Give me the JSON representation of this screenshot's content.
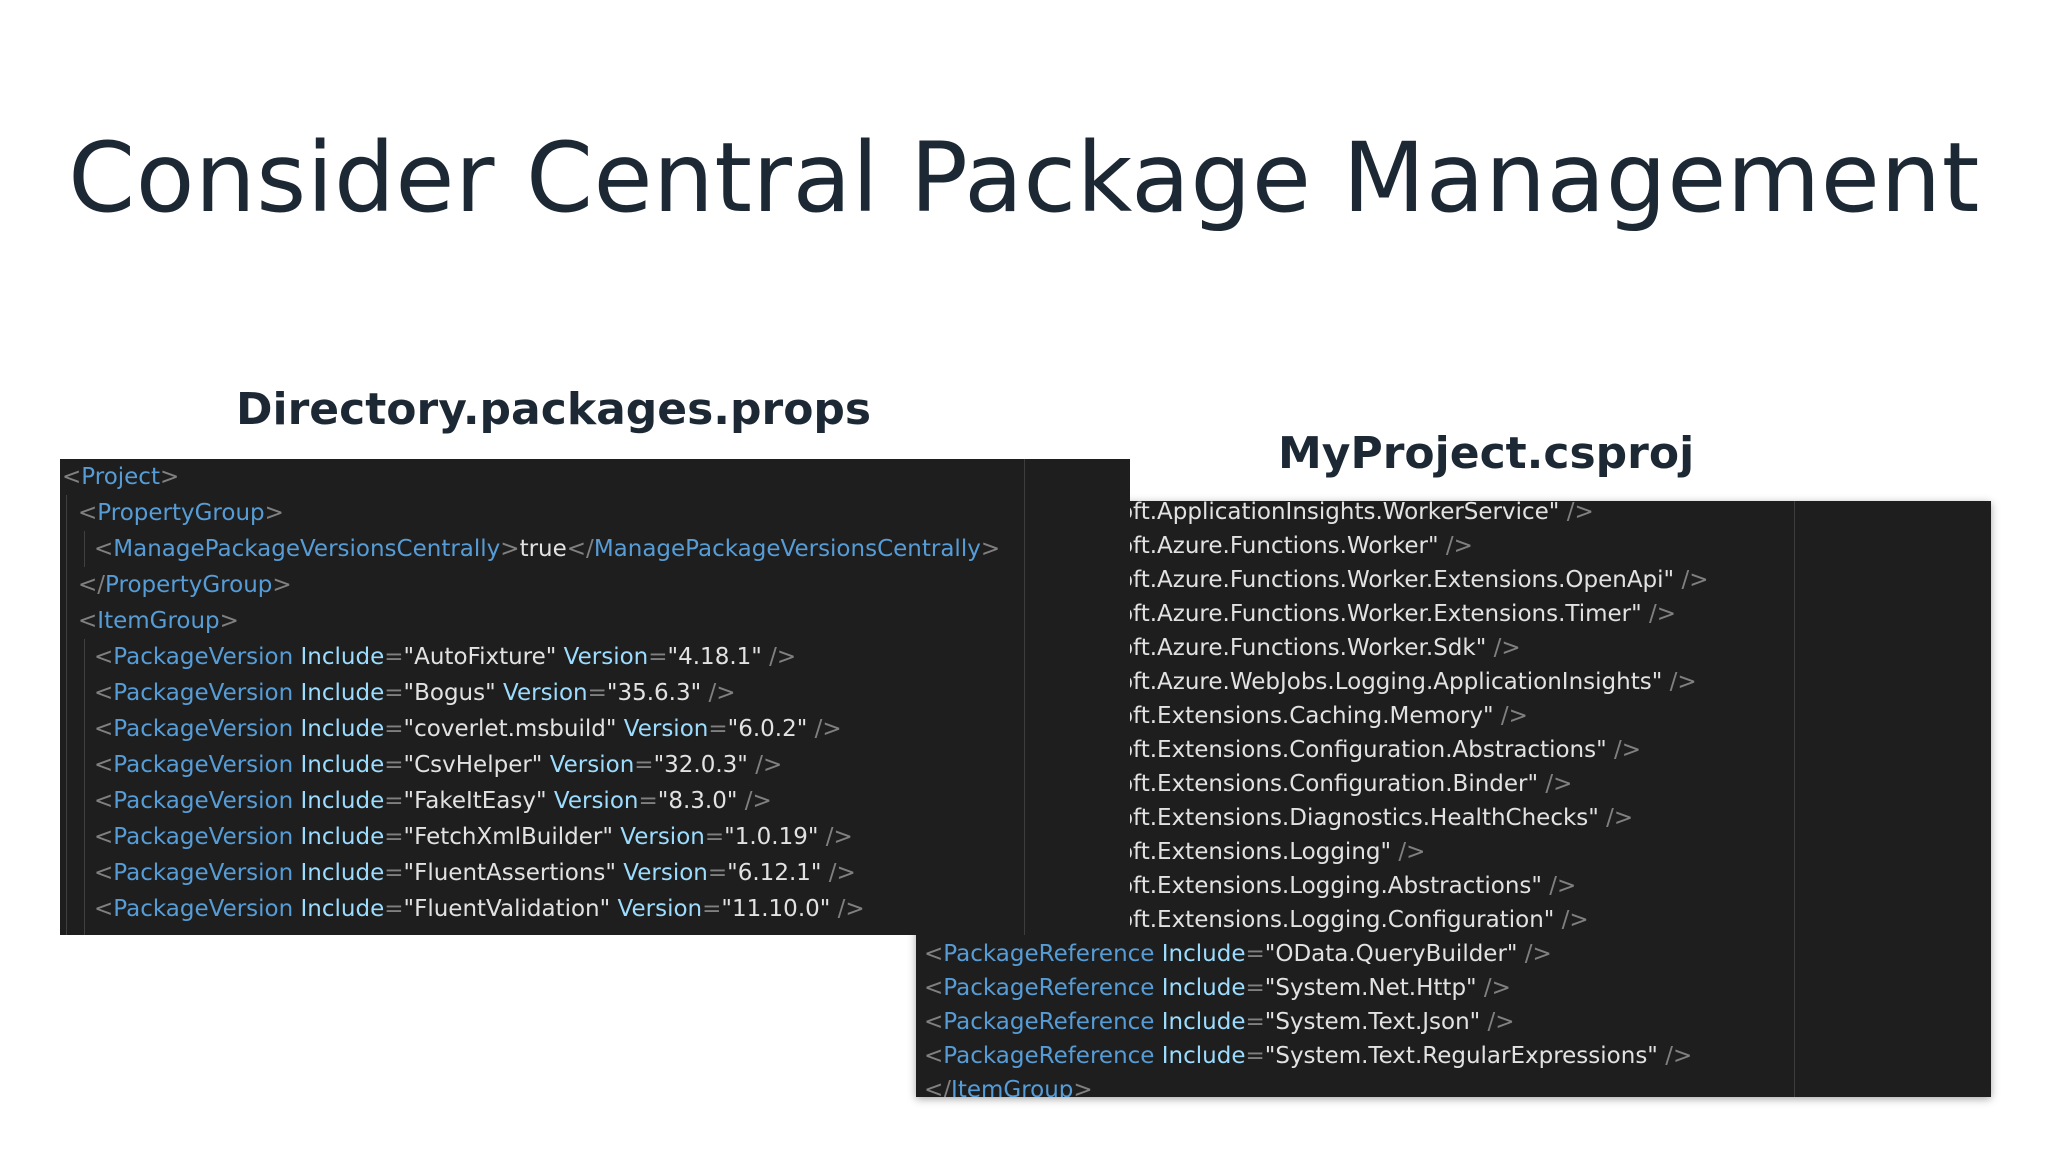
{
  "title": "Consider Central Package Management",
  "left_caption": "Directory.packages.props",
  "right_caption": "MyProject.csproj",
  "colors": {
    "editor_bg": "#1e1e1e",
    "tag": "#569cd6",
    "attribute": "#9cdcfe",
    "punctuation": "#808080",
    "text": "#d4d4d4",
    "title": "#1c2834"
  },
  "left_code": {
    "project_open": "Project",
    "property_group": "PropertyGroup",
    "manage_tag": "ManagePackageVersionsCentrally",
    "manage_value": "true",
    "item_group": "ItemGroup",
    "package_tag": "PackageVersion",
    "include_attr": "Include",
    "version_attr": "Version",
    "packages": [
      {
        "name": "AutoFixture",
        "version": "4.18.1"
      },
      {
        "name": "Bogus",
        "version": "35.6.3"
      },
      {
        "name": "coverlet.msbuild",
        "version": "6.0.2"
      },
      {
        "name": "CsvHelper",
        "version": "32.0.3"
      },
      {
        "name": "FakeItEasy",
        "version": "8.3.0"
      },
      {
        "name": "FetchXmlBuilder",
        "version": "1.0.19"
      },
      {
        "name": "FluentAssertions",
        "version": "6.12.1"
      },
      {
        "name": "FluentValidation",
        "version": "11.10.0"
      }
    ]
  },
  "right_code": {
    "package_tag": "PackageReference",
    "include_attr": "Include",
    "item_group_close": "ItemGroup",
    "partial_includes": [
      "Microsoft.ApplicationInsights.WorkerService",
      "Microsoft.Azure.Functions.Worker",
      "Microsoft.Azure.Functions.Worker.Extensions.OpenApi",
      "Microsoft.Azure.Functions.Worker.Extensions.Timer",
      "Microsoft.Azure.Functions.Worker.Sdk",
      "Microsoft.Azure.WebJobs.Logging.ApplicationInsights",
      "Microsoft.Extensions.Caching.Memory",
      "Microsoft.Extensions.Configuration.Abstractions",
      "Microsoft.Extensions.Configuration.Binder",
      "Microsoft.Extensions.Diagnostics.HealthChecks",
      "Microsoft.Extensions.Logging",
      "Microsoft.Extensions.Logging.Abstractions",
      "Microsoft.Extensions.Logging.Configuration"
    ],
    "full_includes": [
      "OData.QueryBuilder",
      "System.Net.Http",
      "System.Text.Json",
      "System.Text.RegularExpressions"
    ]
  }
}
